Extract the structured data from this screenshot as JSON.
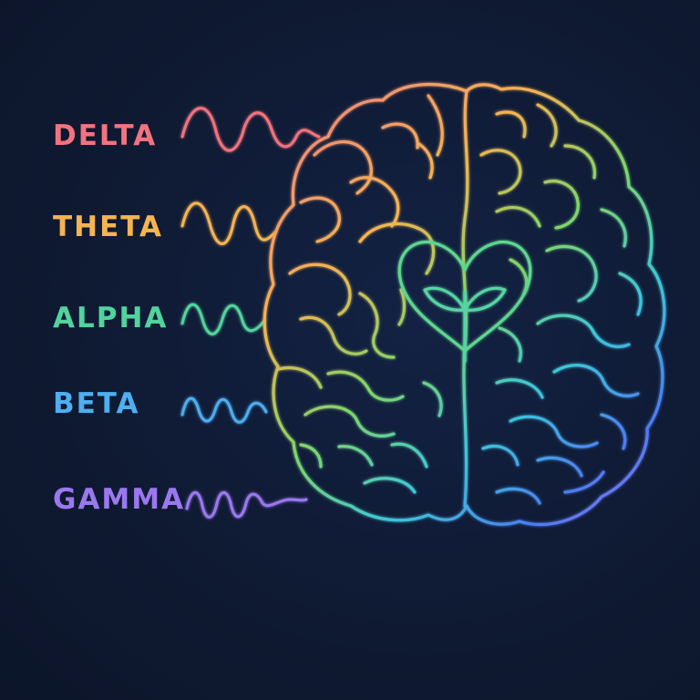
{
  "waves": [
    {
      "label": "DELTA",
      "color": "#f2737e"
    },
    {
      "label": "THETA",
      "color": "#f5b451"
    },
    {
      "label": "ALPHA",
      "color": "#52d39d"
    },
    {
      "label": "BETA",
      "color": "#4eaef0"
    },
    {
      "label": "GAMMA",
      "color": "#9b78ef"
    }
  ],
  "icons": {
    "brain": "brain-icon",
    "heart": "heart-icon",
    "sprout": "sprout-icon"
  }
}
